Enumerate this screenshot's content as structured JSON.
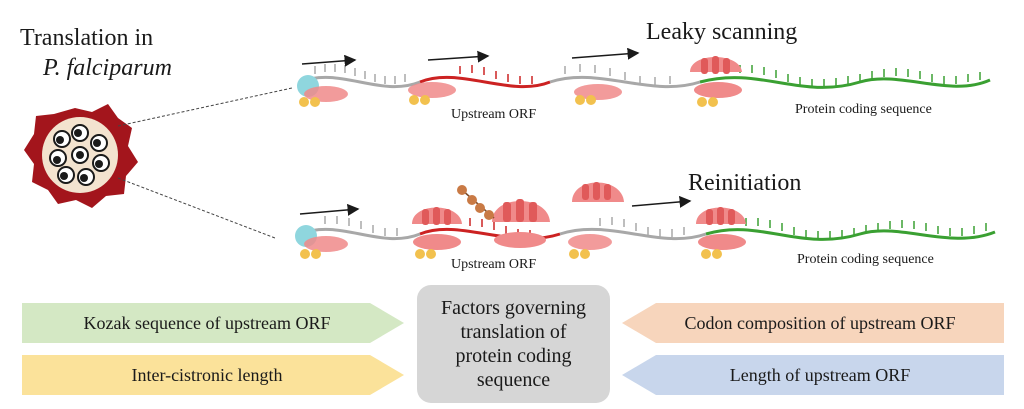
{
  "organism_title": {
    "line1": "Translation in",
    "line2": "P. falciparum"
  },
  "panels": {
    "top": {
      "title": "Leaky scanning",
      "uorf_label": "Upstream ORF",
      "cds_label": "Protein coding sequence"
    },
    "bottom": {
      "title": "Reinitiation",
      "uorf_label": "Upstream ORF",
      "cds_label": "Protein coding sequence"
    }
  },
  "center": {
    "text": "Factors governing translation of protein coding sequence"
  },
  "factors": {
    "left_top": "Kozak sequence of upstream ORF",
    "left_bottom": "Inter-cistronic length",
    "right_top": "Codon composition of upstream ORF",
    "right_bottom": "Length of upstream ORF"
  },
  "colors": {
    "kozak_fill": "#d4e8c4",
    "intercistronic_fill": "#fbe29a",
    "codon_fill": "#f7d5bc",
    "length_fill": "#c8d6ec",
    "center_fill": "#d6d6d6",
    "mrna_grey": "#a8a8a8",
    "uorf_red": "#cc2222",
    "cds_green": "#3aa032",
    "ribosome_pink": "#f08a8a",
    "cap_cyan": "#8fd6de",
    "factor_yellow": "#f2c14e",
    "peptide_brown": "#c97a45",
    "cell_red": "#a3151c"
  }
}
